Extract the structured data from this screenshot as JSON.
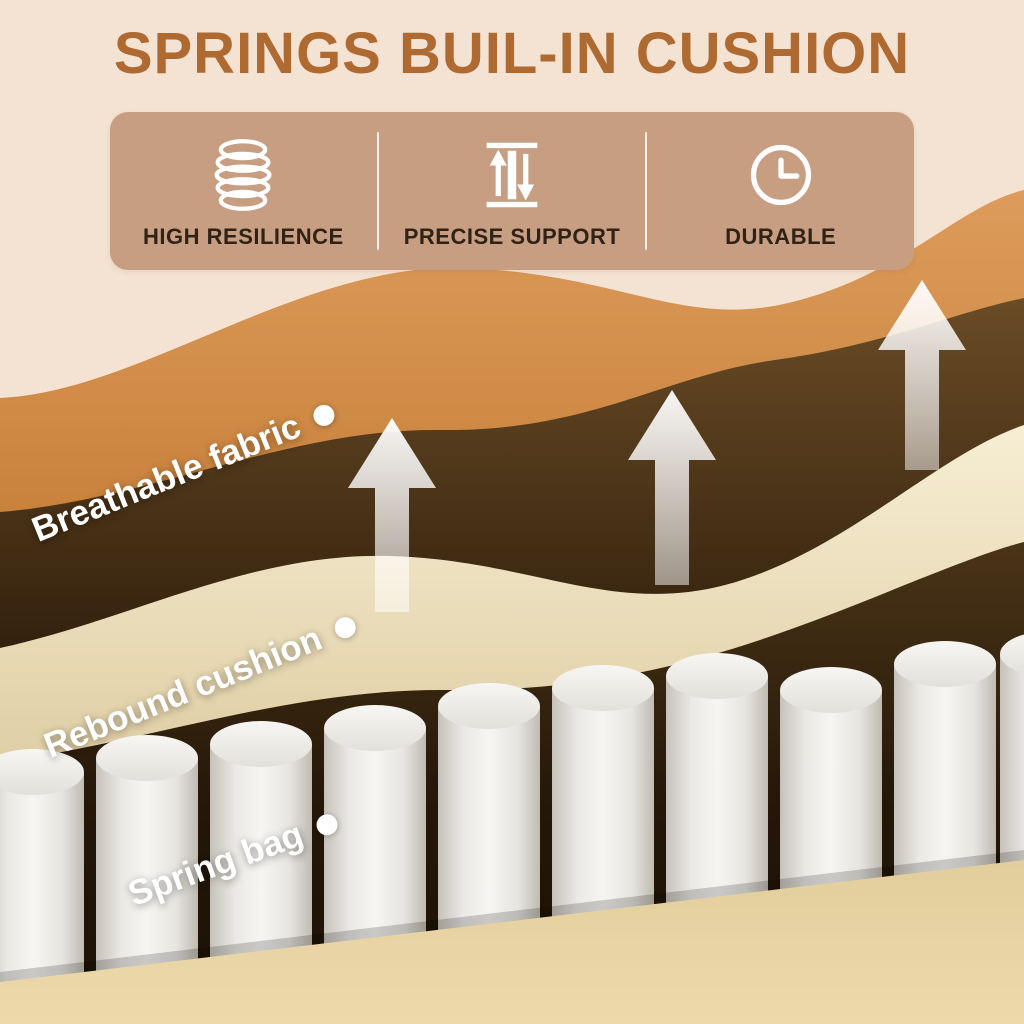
{
  "title": "SPRINGS BUIL-IN CUSHION",
  "banner": {
    "features": [
      {
        "icon": "coil-spring-icon",
        "label": "HIGH RESILIENCE"
      },
      {
        "icon": "precise-support-icon",
        "label": "PRECISE SUPPORT"
      },
      {
        "icon": "clock-icon",
        "label": "DURABLE"
      }
    ]
  },
  "callouts": [
    {
      "label": "Breathable fabric"
    },
    {
      "label": "Rebound cushion"
    },
    {
      "label": "Spring bag"
    }
  ],
  "colors": {
    "background": "#f4e3d3",
    "title": "#ae6a30",
    "banner": "#c89e83",
    "feature_label": "#302214",
    "fabric_orange": "#cd8340",
    "liner_brown": "#3f2b12",
    "cushion_cream": "#efe3c2",
    "spring_white": "#efedea",
    "base_beige": "#e8d5a6",
    "callout_text": "#ffffff",
    "arrow_white": "#ffffff"
  }
}
